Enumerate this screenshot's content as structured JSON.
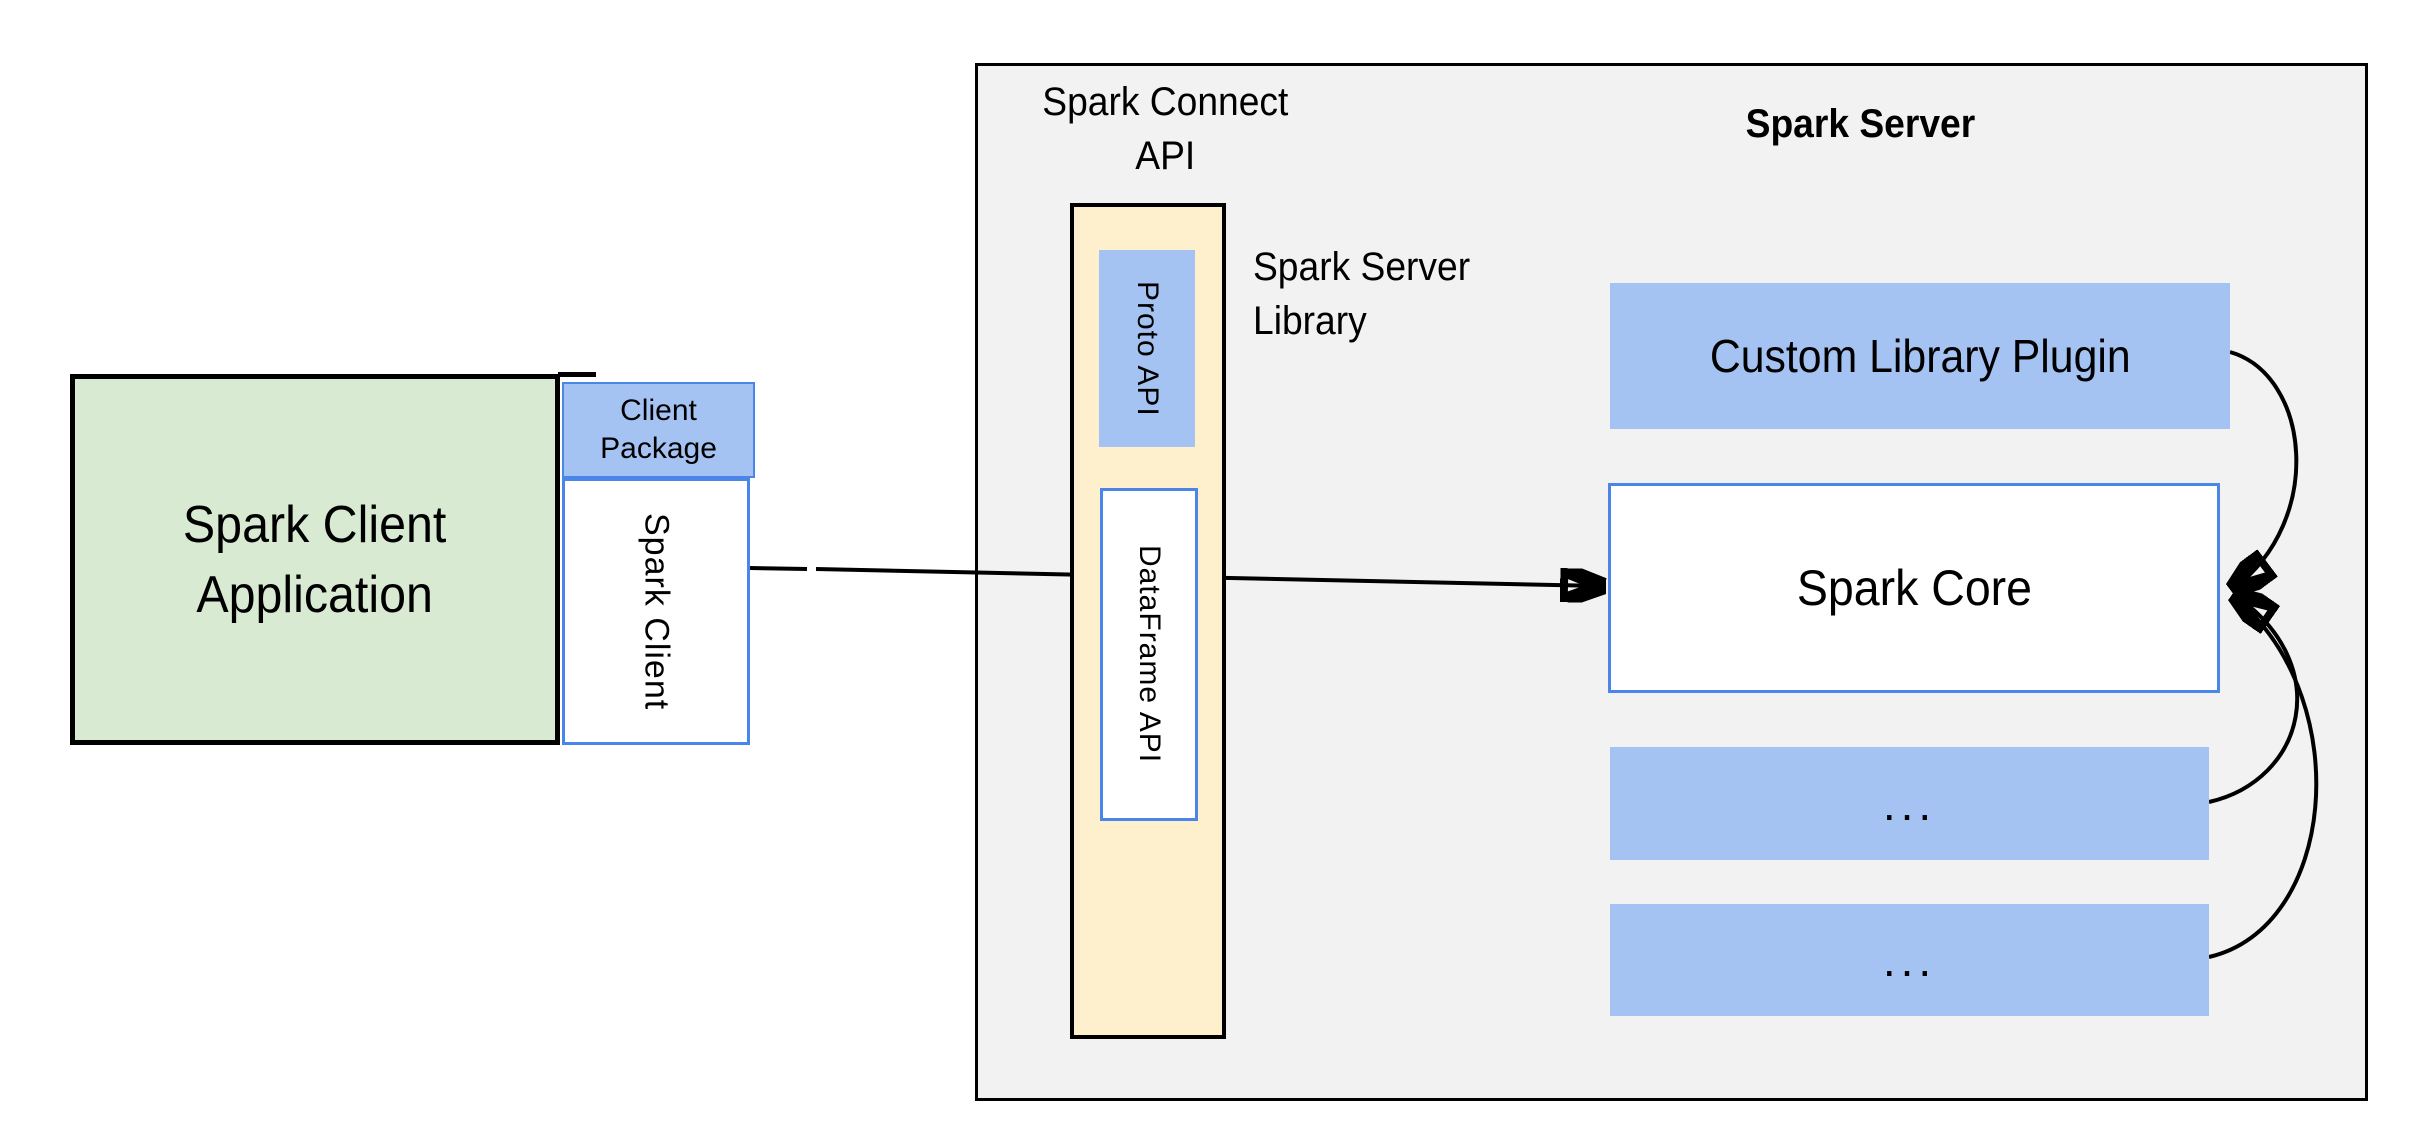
{
  "colors": {
    "blue_fill": "#a4c3f3",
    "blue_border": "#4a86e8",
    "green_fill": "#d9ead3",
    "yellow_fill": "#fef0cd",
    "server_bg": "#f1f2f1"
  },
  "client_app": {
    "label": "Spark Client\nApplication"
  },
  "client_package": {
    "label": "Client\nPackage"
  },
  "spark_client": {
    "label": "Spark Client"
  },
  "spark_connect_api": {
    "label": "Spark Connect\nAPI"
  },
  "connect_bar": {
    "proto_label": "Proto API",
    "dataframe_label": "DataFrame API"
  },
  "spark_server_library": {
    "label": "Spark Server\nLibrary"
  },
  "spark_server": {
    "title": "Spark Server",
    "plugin_label": "Custom Library Plugin",
    "core_label": "Spark Core",
    "ellipsis_1": "...",
    "ellipsis_2": "..."
  }
}
